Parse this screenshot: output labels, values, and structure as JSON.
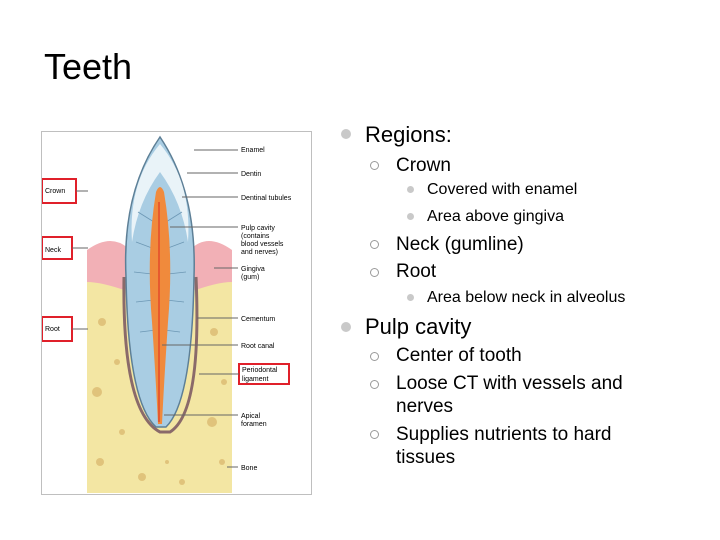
{
  "slide": {
    "title": "Teeth",
    "bullets": [
      {
        "text": "Regions:",
        "children": [
          {
            "text": "Crown",
            "children": [
              "Covered with enamel",
              "Area above gingiva"
            ]
          },
          {
            "text": "Neck (gumline)",
            "children": []
          },
          {
            "text": "Root",
            "children": [
              "Area below neck in alveolus"
            ]
          }
        ]
      },
      {
        "text": "Pulp cavity",
        "children": [
          {
            "text": "Center of tooth",
            "children": []
          },
          {
            "text": "Loose CT with vessels and nerves",
            "lines": [
              "Loose CT with vessels and",
              "nerves"
            ],
            "children": []
          },
          {
            "text": "Supplies nutrients to hard tissues",
            "lines": [
              "Supplies nutrients to hard",
              "tissues"
            ],
            "children": []
          }
        ]
      }
    ]
  },
  "figure": {
    "left_labels": [
      "Crown",
      "Neck",
      "Root"
    ],
    "right_labels": {
      "enamel": "Enamel",
      "dentin": "Dentin",
      "dentinal_tubules": "Dentinal tubules",
      "pulp_cavity": [
        "Pulp cavity",
        "(contains",
        "blood vessels",
        "and nerves)"
      ],
      "gingiva": [
        "Gingiva",
        "(gum)"
      ],
      "cementum": "Cementum",
      "root_canal": "Root canal",
      "periodontal_ligament": [
        "Periodontal",
        "ligament"
      ],
      "apical_foramen": [
        "Apical",
        "foramen"
      ],
      "bone": "Bone"
    }
  },
  "colors": {
    "bullet_fill": "#c9c9c9",
    "label_box": "#e0202a",
    "dentin": "#a9cde3",
    "pulp": "#f08a3c",
    "gingiva": "#f2b0b6",
    "bone": "#f2e39a"
  }
}
